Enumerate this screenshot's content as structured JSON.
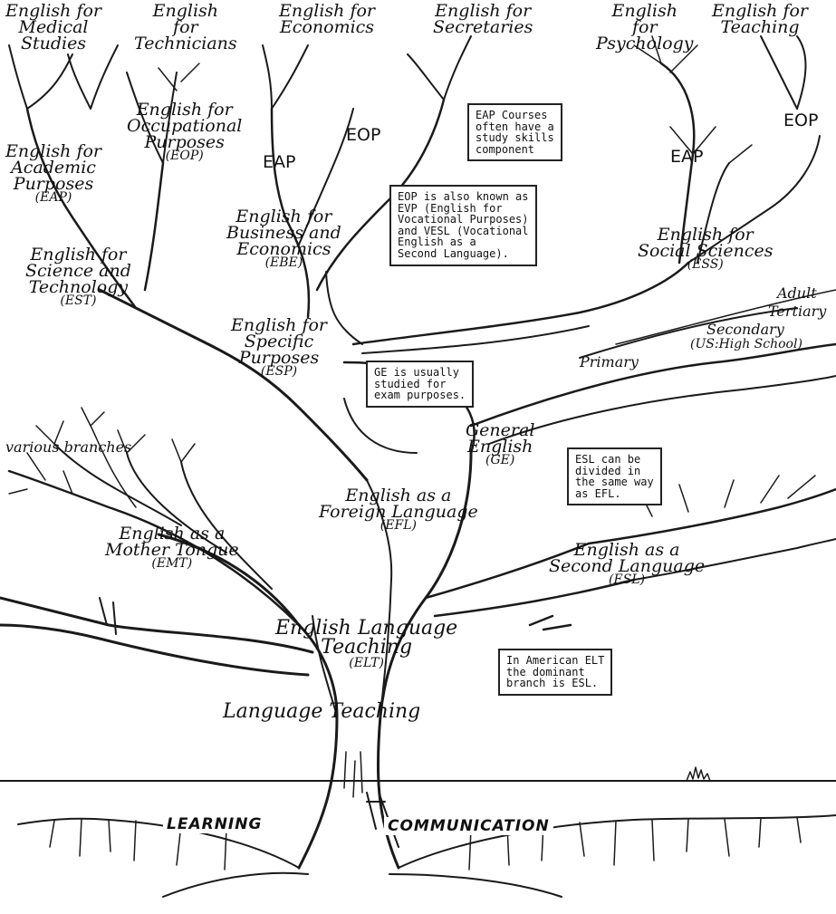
{
  "tree": {
    "top_leaves": {
      "medical": [
        "English for",
        "Medical",
        "Studies"
      ],
      "technicians": [
        "English",
        "for",
        "Technicians"
      ],
      "economics": [
        "English for",
        "Economics"
      ],
      "secretaries": [
        "English for",
        "Secretaries"
      ],
      "psychology": [
        "English",
        "for",
        "Psychology"
      ],
      "teaching": [
        "English for",
        "Teaching"
      ]
    },
    "eop_occupational": [
      "English for",
      "Occupational",
      "Purposes",
      "(EOP)"
    ],
    "eap_academic": [
      "English for",
      "Academic",
      "Purposes",
      "(EAP)"
    ],
    "eap_left": "EAP",
    "eop_mid": "EOP",
    "eap_right": "EAP",
    "eop_right": "EOP",
    "ebe": [
      "English for",
      "Business and",
      "Economics",
      "(EBE)"
    ],
    "est": [
      "English for",
      "Science and",
      "Technology",
      "(EST)"
    ],
    "ess": [
      "English for",
      "Social Sciences",
      "(ESS)"
    ],
    "esp": [
      "English for",
      "Specific",
      "Purposes",
      "(ESP)"
    ],
    "levels": {
      "adult": "Adult",
      "tertiary": "Tertiary",
      "secondary": "Secondary",
      "us_high_school": "(US:High School)",
      "primary": "Primary"
    },
    "ge": [
      "General",
      "English",
      "(GE)"
    ],
    "various_branches": "various branches",
    "efl": [
      "English as a",
      "Foreign Language",
      "(EFL)"
    ],
    "emt": [
      "English as a",
      "Mother Tongue",
      "(EMT)"
    ],
    "esl": [
      "English as a",
      "Second Language",
      "(ESL)"
    ],
    "elt": [
      "English Language",
      "Teaching",
      "(ELT)"
    ],
    "language_teaching": "Language Teaching",
    "roots": {
      "learning": "LEARNING",
      "communication": "COMMUNICATION"
    }
  },
  "notes": {
    "eap_courses": [
      "EAP Courses",
      "often have a",
      "study skills",
      "component"
    ],
    "eop_known": [
      "EOP is also known as",
      "EVP (English for",
      "Vocational Purposes)",
      "and VESL (Vocational",
      "English as a",
      "Second Language)."
    ],
    "ge_exam": [
      "GE is usually",
      "studied for",
      "exam purposes."
    ],
    "esl_divided": [
      "ESL can be",
      "divided in",
      "the same way",
      "as EFL."
    ],
    "american_elt": [
      "In American ELT",
      "the dominant",
      "branch is ESL."
    ]
  }
}
